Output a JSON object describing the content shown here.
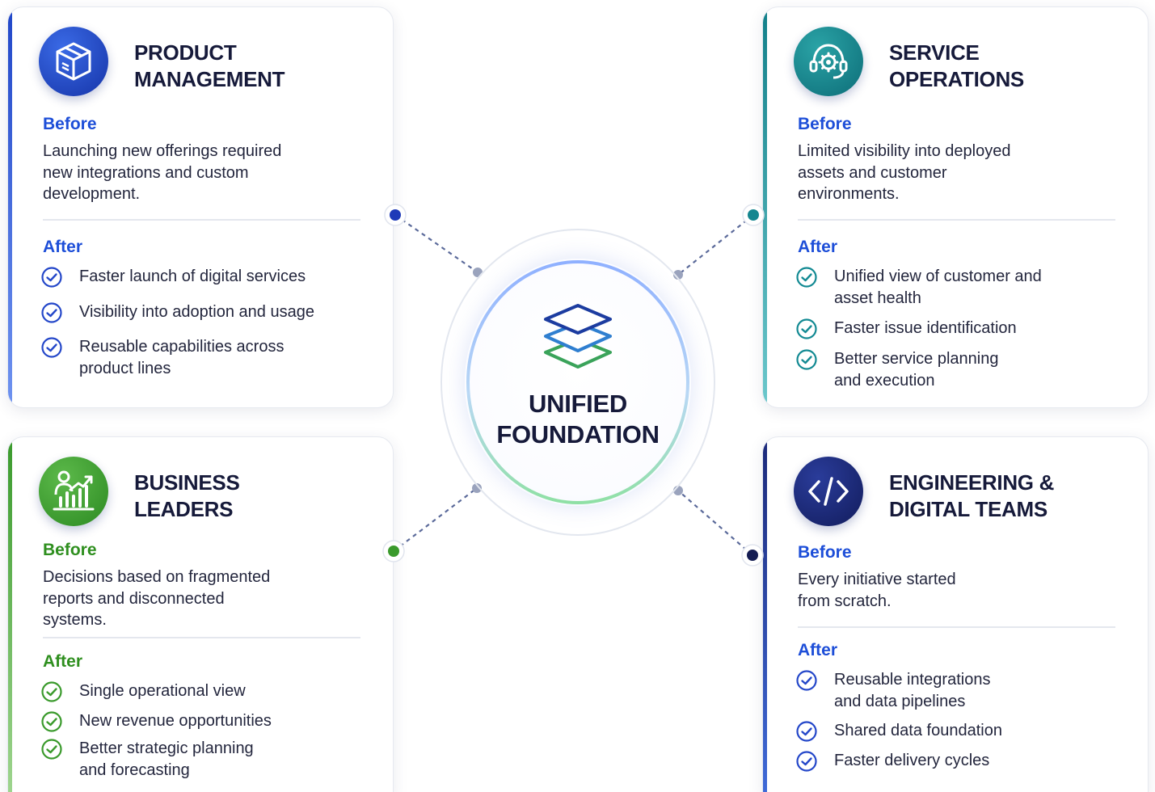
{
  "hub": {
    "title_line1": "UNIFIED",
    "title_line2": "FOUNDATION",
    "icon": "stacked-layers-icon"
  },
  "colors": {
    "product_blue": "#1a3fbd",
    "service_teal": "#14868f",
    "business_green": "#3a9a2c",
    "engineering_navy": "#1c2a7a",
    "label_blue": "#1d4ed8",
    "label_green": "#2f8f1f"
  },
  "cards": {
    "product_management": {
      "title_line1": "PRODUCT",
      "title_line2": "MANAGEMENT",
      "icon": "cube-box-icon",
      "before_label": "Before",
      "before_lines": [
        "Launching new offerings required",
        "new integrations and custom",
        "development."
      ],
      "after_label": "After",
      "after_items": [
        {
          "lines": [
            "Faster launch of digital services"
          ]
        },
        {
          "lines": [
            "Visibility into adoption and usage"
          ]
        },
        {
          "lines": [
            "Reusable capabilities across",
            "product lines"
          ]
        }
      ]
    },
    "service_operations": {
      "title_line1": "SERVICE",
      "title_line2": "OPERATIONS",
      "icon": "gear-headset-icon",
      "before_label": "Before",
      "before_lines": [
        "Limited visibility into deployed",
        "assets and customer",
        "environments."
      ],
      "after_label": "After",
      "after_items": [
        {
          "lines": [
            "Unified view of customer and",
            "asset health"
          ]
        },
        {
          "lines": [
            "Faster issue identification"
          ]
        },
        {
          "lines": [
            "Better service planning",
            "and execution"
          ]
        }
      ]
    },
    "business_leaders": {
      "title_line1": "BUSINESS",
      "title_line2": "LEADERS",
      "icon": "leader-growth-chart-icon",
      "before_label": "Before",
      "before_lines": [
        "Decisions based on fragmented",
        "reports and disconnected",
        "systems."
      ],
      "after_label": "After",
      "after_items": [
        {
          "lines": [
            "Single operational view"
          ]
        },
        {
          "lines": [
            "New revenue opportunities"
          ]
        },
        {
          "lines": [
            "Better strategic planning",
            "and forecasting"
          ]
        }
      ]
    },
    "engineering_digital_teams": {
      "title_line1": "ENGINEERING &",
      "title_line2": "DIGITAL TEAMS",
      "icon": "code-brackets-icon",
      "before_label": "Before",
      "before_lines": [
        "Every initiative started",
        "from scratch."
      ],
      "after_label": "After",
      "after_items": [
        {
          "lines": [
            "Reusable integrations",
            "and data pipelines"
          ]
        },
        {
          "lines": [
            "Shared data foundation"
          ]
        },
        {
          "lines": [
            "Faster delivery cycles"
          ]
        }
      ]
    }
  }
}
